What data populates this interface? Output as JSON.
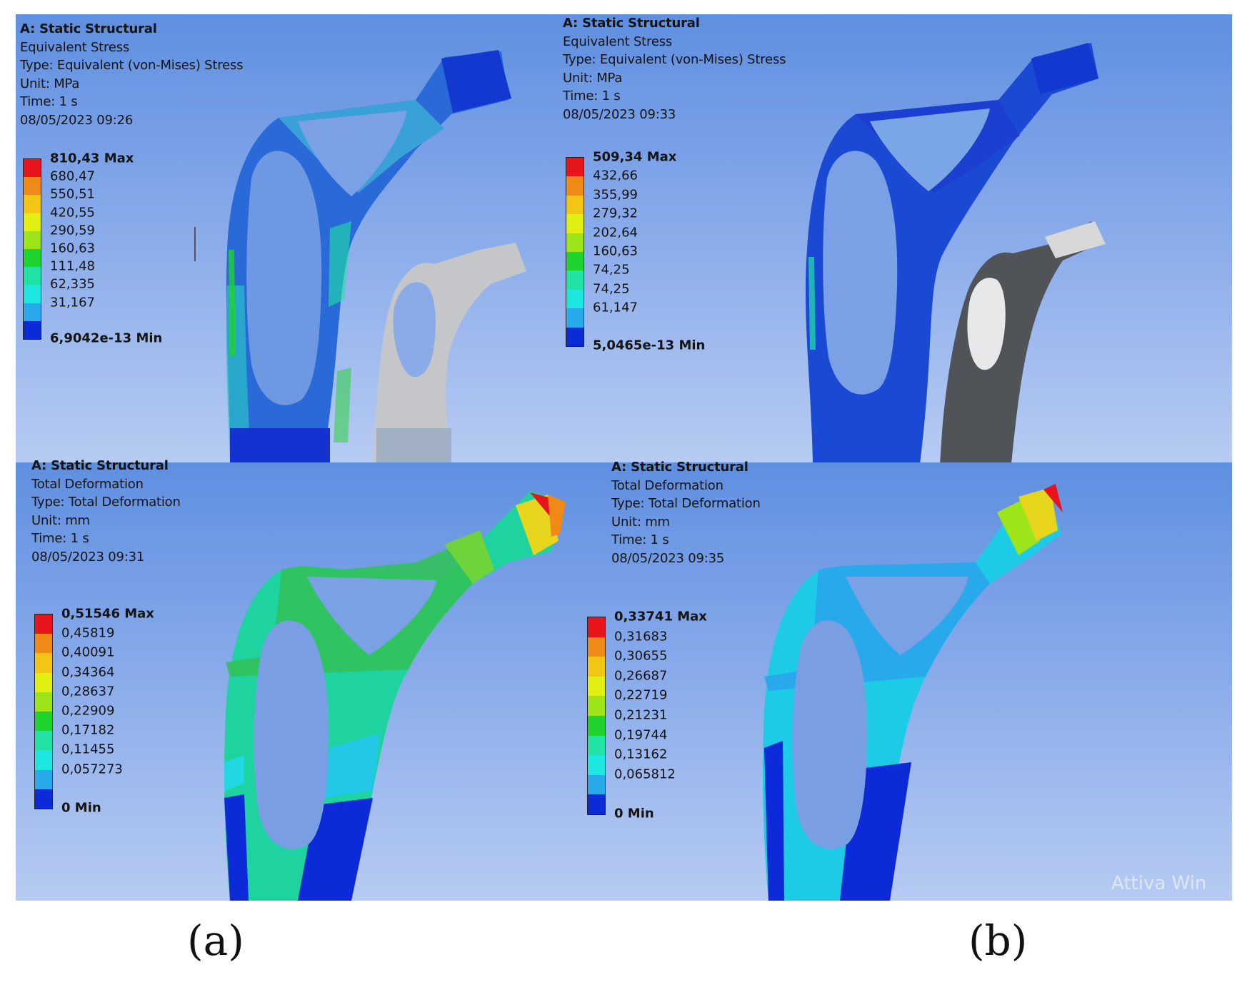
{
  "panels": {
    "top_left": {
      "analysis": "A: Static Structural",
      "result": "Equivalent Stress",
      "type": "Type: Equivalent (von-Mises) Stress",
      "unit": "Unit: MPa",
      "time": "Time: 1 s",
      "date": "08/05/2023 09:26",
      "legend": [
        "810,43 Max",
        "680,47",
        "550,51",
        "420,55",
        "290,59",
        "160,63",
        "111,48",
        "62,335",
        "31,167",
        "6,9042e-13 Min"
      ]
    },
    "top_right": {
      "analysis": "A: Static Structural",
      "result": "Equivalent Stress",
      "type": "Type: Equivalent (von-Mises) Stress",
      "unit": "Unit: MPa",
      "time": "Time: 1 s",
      "date": "08/05/2023 09:33",
      "legend": [
        "509,34 Max",
        "432,66",
        "355,99",
        "279,32",
        "202,64",
        "160,63",
        "74,25",
        "74,25",
        "61,147",
        "5,0465e-13 Min"
      ]
    },
    "bottom_left": {
      "analysis": "A: Static Structural",
      "result": "Total Deformation",
      "type": "Type: Total Deformation",
      "unit": "Unit: mm",
      "time": "Time: 1 s",
      "date": "08/05/2023 09:31",
      "legend": [
        "0,51546 Max",
        "0,45819",
        "0,40091",
        "0,34364",
        "0,28637",
        "0,22909",
        "0,17182",
        "0,11455",
        "0,057273",
        "0 Min"
      ]
    },
    "bottom_right": {
      "analysis": "A: Static Structural",
      "result": "Total Deformation",
      "type": "Type: Total Deformation",
      "unit": "Unit: mm",
      "time": "Time: 1 s",
      "date": "08/05/2023 09:35",
      "legend": [
        "0,33741 Max",
        "0,31683",
        "0,30655",
        "0,26687",
        "0,22719",
        "0,21231",
        "0,19744",
        "0,13162",
        "0,065812",
        "0 Min"
      ]
    }
  },
  "legend_colors": [
    "#e8141b",
    "#f08a17",
    "#f3c515",
    "#e2ef13",
    "#9de418",
    "#1ed32d",
    "#22e3a6",
    "#1ee6e0",
    "#27a9ec",
    "#0d2ad8"
  ],
  "captions": {
    "left": "(a)",
    "right": "(b)"
  },
  "watermark": "Attiva Win"
}
